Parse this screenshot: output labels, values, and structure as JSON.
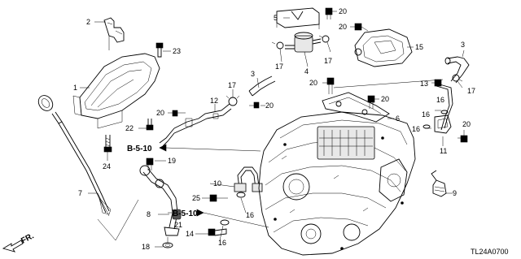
{
  "callouts": {
    "c1": "1",
    "c2": "2",
    "c3a": "3",
    "c3b": "3",
    "c4": "4",
    "c5": "5",
    "c6": "6",
    "c7": "7",
    "c8": "8",
    "c9": "9",
    "c10": "10",
    "c11": "11",
    "c12": "12",
    "c13": "13",
    "c14": "14",
    "c15": "15",
    "c16a": "16",
    "c16b": "16",
    "c16c": "16",
    "c16d": "16",
    "c16e": "16",
    "c17a": "17",
    "c17b": "17",
    "c17c": "17",
    "c17d": "17",
    "c18": "18",
    "c19": "19",
    "c20a": "20",
    "c20b": "20",
    "c20c": "20",
    "c20d": "20",
    "c20e": "20",
    "c20f": "20",
    "c20g": "20",
    "c21": "21",
    "c22": "22",
    "c23": "23",
    "c24": "24",
    "c25": "25"
  },
  "refs": {
    "ref_top": "B-5-10",
    "ref_bottom": "B-5-10"
  },
  "direction_label": "FR.",
  "diagram_code": "TL24A0700"
}
